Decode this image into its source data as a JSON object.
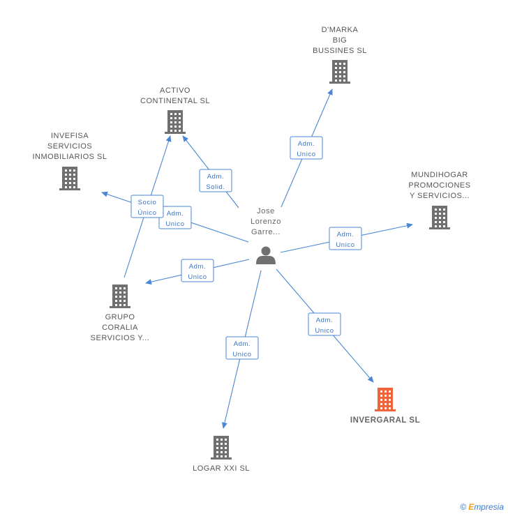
{
  "graph": {
    "center": {
      "name": "Jose Lorenzo Garre...",
      "lines": [
        "Jose",
        "Lorenzo",
        "Garre..."
      ],
      "icon": "person-icon"
    },
    "companies": [
      {
        "id": "dmarka",
        "lines": [
          "D'MARKA",
          "BIG",
          "BUSSINES SL"
        ],
        "icon": "building-icon",
        "color": "#707070",
        "focus": false
      },
      {
        "id": "activo",
        "lines": [
          "ACTIVO",
          "CONTINENTAL SL"
        ],
        "icon": "building-icon",
        "color": "#707070",
        "focus": false
      },
      {
        "id": "invefisa",
        "lines": [
          "INVEFISA",
          "SERVICIOS",
          "INMOBILIARIOS SL"
        ],
        "icon": "building-icon",
        "color": "#707070",
        "focus": false
      },
      {
        "id": "mundihogar",
        "lines": [
          "MUNDIHOGAR",
          "PROMOCIONES",
          "Y SERVICIOS..."
        ],
        "icon": "building-icon",
        "color": "#707070",
        "focus": false
      },
      {
        "id": "grupo",
        "lines": [
          "GRUPO",
          "CORALIA",
          "SERVICIOS Y..."
        ],
        "icon": "building-icon",
        "color": "#707070",
        "focus": false
      },
      {
        "id": "invergaral",
        "lines": [
          "INVERGARAL SL"
        ],
        "icon": "building-icon",
        "color": "#f0643c",
        "focus": true
      },
      {
        "id": "logar",
        "lines": [
          "LOGAR XXI  SL"
        ],
        "icon": "building-icon",
        "color": "#707070",
        "focus": false
      }
    ],
    "edges": [
      {
        "from": "person",
        "to": "dmarka",
        "label": [
          "Adm.",
          "Unico"
        ]
      },
      {
        "from": "person",
        "to": "activo",
        "label": [
          "Adm.",
          "Solid."
        ]
      },
      {
        "from": "person",
        "to": "invefisa",
        "label": [
          "Adm.",
          "Unico"
        ]
      },
      {
        "from": "grupo",
        "to": "activo",
        "label": [
          "Socio",
          "Único"
        ]
      },
      {
        "from": "person",
        "to": "mundihogar",
        "label": [
          "Adm.",
          "Unico"
        ]
      },
      {
        "from": "person",
        "to": "grupo",
        "label": [
          "Adm.",
          "Unico"
        ]
      },
      {
        "from": "person",
        "to": "invergaral",
        "label": [
          "Adm.",
          "Unico"
        ]
      },
      {
        "from": "person",
        "to": "logar",
        "label": [
          "Adm.",
          "Unico"
        ]
      }
    ],
    "edge_color": "#4a86d4"
  },
  "footer": {
    "copyright": "©",
    "brand_first": "E",
    "brand_rest": "mpresia"
  }
}
